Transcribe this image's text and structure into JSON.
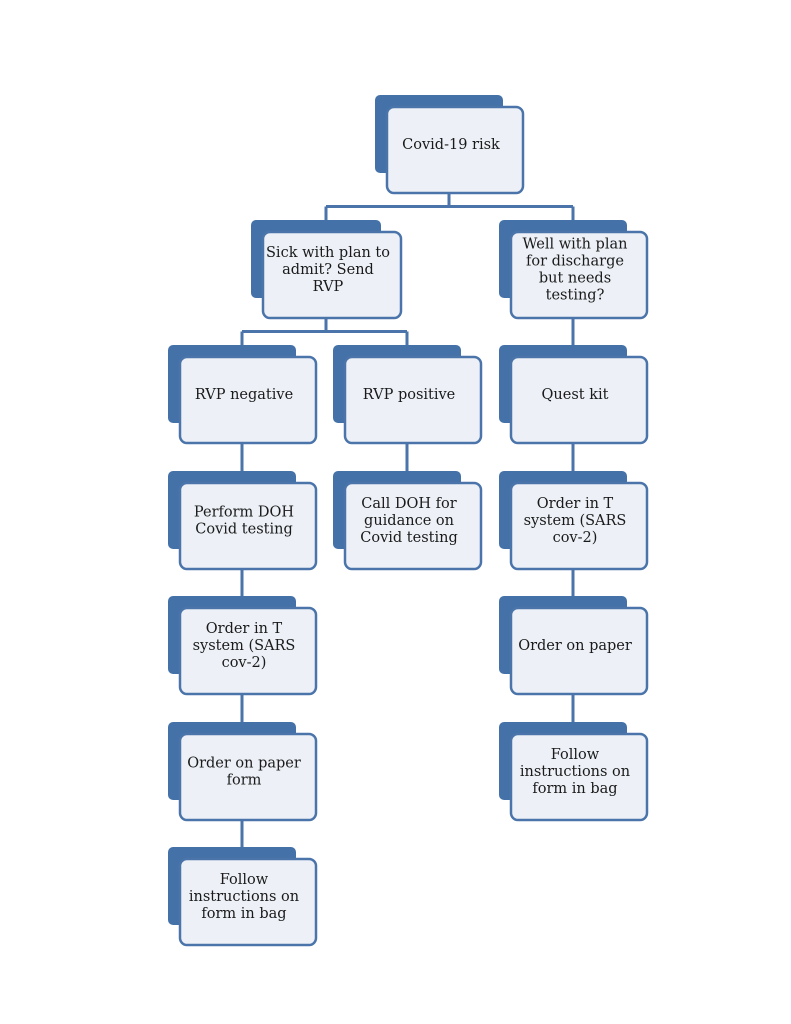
{
  "colors": {
    "node_shadow": "#4472a8",
    "node_face": "#edf1f7",
    "node_border": "#4a74aa",
    "connector": "#4a74aa",
    "text": "#1a1a1a"
  },
  "nodes": {
    "root": {
      "lines": [
        "Covid-19 risk"
      ]
    },
    "sick": {
      "lines": [
        "Sick with plan to",
        "admit? Send",
        "RVP"
      ]
    },
    "well": {
      "lines": [
        "Well with plan",
        "for discharge",
        "but needs",
        "testing?"
      ]
    },
    "rvp_negative": {
      "lines": [
        "RVP negative"
      ]
    },
    "rvp_positive": {
      "lines": [
        "RVP positive"
      ]
    },
    "quest_kit": {
      "lines": [
        "Quest kit"
      ]
    },
    "perform_doh": {
      "lines": [
        "Perform DOH",
        "Covid testing"
      ]
    },
    "call_doh": {
      "lines": [
        "Call DOH for",
        "guidance on",
        "Covid testing"
      ]
    },
    "order_t_right": {
      "lines": [
        "Order in T",
        "system (SARS",
        "cov-2)"
      ]
    },
    "order_t_left": {
      "lines": [
        "Order in T",
        "system (SARS",
        "cov-2)"
      ]
    },
    "order_paper_right": {
      "lines": [
        "Order on paper"
      ]
    },
    "order_paper_form": {
      "lines": [
        "Order on paper",
        "form"
      ]
    },
    "follow_right": {
      "lines": [
        "Follow",
        "instructions on",
        "form in bag"
      ]
    },
    "follow_left": {
      "lines": [
        "Follow",
        "instructions on",
        "form in bag"
      ]
    }
  }
}
